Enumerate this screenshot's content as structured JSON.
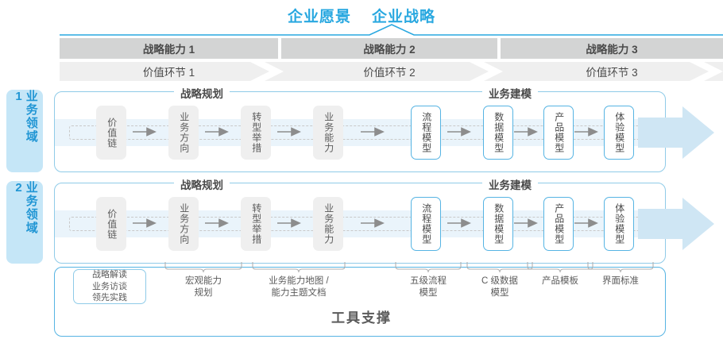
{
  "header": {
    "vision_titles": [
      "企业愿景",
      "企业战略"
    ],
    "capabilities": [
      "战略能力 1",
      "战略能力 2",
      "战略能力 3"
    ],
    "value_chains": [
      "价值环节 1",
      "价值环节 2",
      "价值环节 3"
    ]
  },
  "colors": {
    "accent_blue": "#29a8e0",
    "node_blue_border": "#56b4e3",
    "row_border": "#8fcbe8",
    "tab_bg": "#c5e6f7",
    "band_gray": "#d3d4d4",
    "band_light_gray": "#efefef",
    "track_blue": "#eaf4fb",
    "text_gray": "#4a4a4a"
  },
  "domains": [
    {
      "label": "业务领域 1"
    },
    {
      "label": "业务领域 2"
    }
  ],
  "sections": {
    "planning": "战略规划",
    "modeling": "业务建模"
  },
  "rows": [
    {
      "nodes": [
        {
          "text": "价值链",
          "style": "gray"
        },
        {
          "text": "业务方向",
          "style": "gray"
        },
        {
          "text": "转型举措",
          "style": "gray"
        },
        {
          "text": "业务能力",
          "style": "gray"
        },
        {
          "text": "流程模型",
          "style": "blue"
        },
        {
          "text": "数据模型",
          "style": "blue"
        },
        {
          "text": "产品模型",
          "style": "blue"
        },
        {
          "text": "体验模型",
          "style": "blue"
        }
      ]
    },
    {
      "nodes": [
        {
          "text": "价值链",
          "style": "gray"
        },
        {
          "text": "业务方向",
          "style": "gray"
        },
        {
          "text": "转型举措",
          "style": "gray"
        },
        {
          "text": "业务能力",
          "style": "gray"
        },
        {
          "text": "流程模型",
          "style": "blue"
        },
        {
          "text": "数据模型",
          "style": "blue"
        },
        {
          "text": "产品模型",
          "style": "blue"
        },
        {
          "text": "体验模型",
          "style": "blue"
        }
      ]
    }
  ],
  "tools": {
    "callout": [
      "战略解读",
      "业务访谈",
      "领先实践"
    ],
    "labels": [
      {
        "line1": "宏观能力",
        "line2": "规划"
      },
      {
        "line1": "业务能力地图 /",
        "line2": "能力主题文档"
      },
      {
        "line1": "五级流程",
        "line2": "模型"
      },
      {
        "line1": "C 级数据",
        "line2": "模型"
      },
      {
        "line1": "产品模板",
        "line2": ""
      },
      {
        "line1": "界面标准",
        "line2": ""
      }
    ],
    "title": "工具支撑"
  }
}
